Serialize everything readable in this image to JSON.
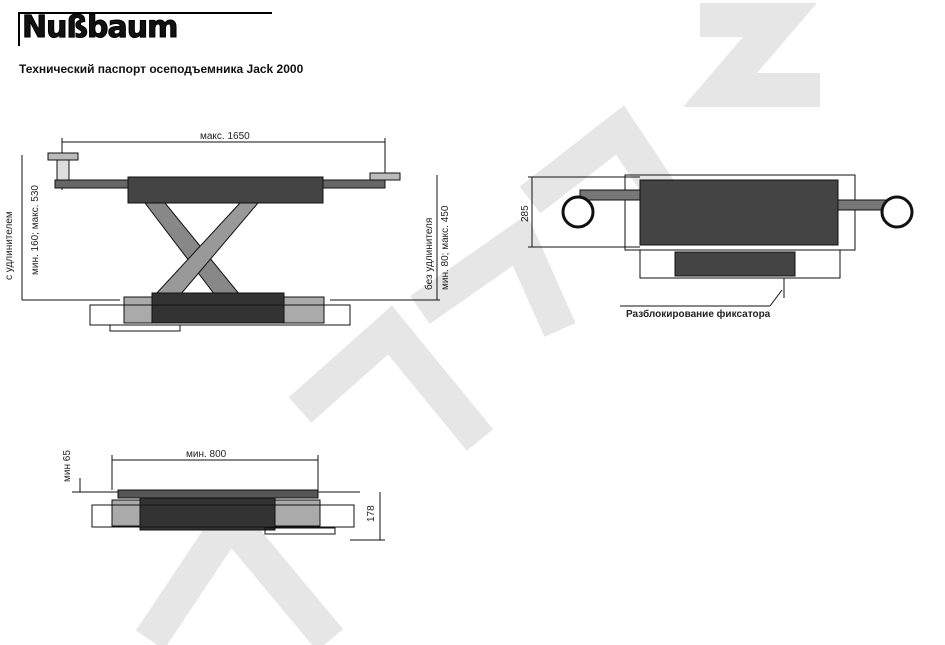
{
  "header": {
    "logo": "Nußbaum",
    "title": "Технический паспорт осеподъемника Jack 2000"
  },
  "side_view": {
    "width_label": "макс. 1650",
    "with_ext_label": "с удлинителем",
    "with_ext_range": "мин. 160; макс. 530",
    "without_ext_label": "без удлинителя",
    "without_ext_range": "мин. 80; макс. 450"
  },
  "end_view": {
    "height_label": "285",
    "release_label": "Разблокирование фиксатора"
  },
  "lowered_view": {
    "min_height_label": "мин 65",
    "min_width_label": "мин. 800",
    "base_height_label": "178"
  },
  "watermark": "ARTAZ"
}
